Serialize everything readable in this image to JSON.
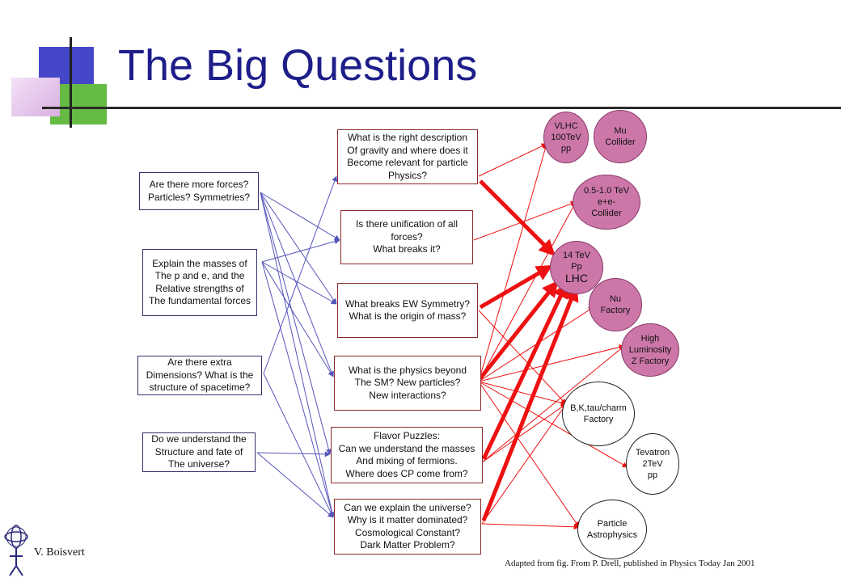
{
  "slide": {
    "title": "The Big Questions",
    "author": "V. Boisvert",
    "credit": "Adapted from fig. From P. Drell, published in Physics Today Jan 2001"
  },
  "colors": {
    "title": "#1e1e8a",
    "arrow_blue": "#5555bb",
    "arrow_red": "#ee1111",
    "lhc_fill": "#cc77a8",
    "deco_blue": "#4646c8",
    "deco_green": "#66bb44",
    "deco_pink": "#d8b0e0"
  },
  "left_questions": [
    {
      "id": "L1",
      "text": "Are there more forces?\nParticles?  Symmetries?"
    },
    {
      "id": "L2",
      "text": "Explain the masses of\nThe p and e, and the\nRelative strengths of\nThe fundamental forces"
    },
    {
      "id": "L3",
      "text": "Are there extra\nDimensions? What is the\nstructure of spacetime?"
    },
    {
      "id": "L4",
      "text": "Do we understand the\nStructure and fate of\nThe universe?"
    }
  ],
  "middle_questions": [
    {
      "id": "M1",
      "text": "What is the right description\nOf gravity and where  does it\nBecome relevant  for particle\nPhysics?"
    },
    {
      "id": "M2",
      "text": "Is there unification of all\nforces?\nWhat breaks it?"
    },
    {
      "id": "M3",
      "text": "What breaks EW Symmetry?\nWhat is the origin of mass?"
    },
    {
      "id": "M4",
      "text": "What is the physics beyond\nThe SM?  New particles?\nNew interactions?"
    },
    {
      "id": "M5",
      "text": "Flavor Puzzles:\nCan we understand the masses\nAnd mixing of fermions.\nWhere  does CP come from?"
    },
    {
      "id": "M6",
      "text": "Can we explain the universe?\nWhy is it matter dominated?\nCosmological Constant?\nDark Matter Problem?"
    }
  ],
  "facilities": [
    {
      "id": "VLHC",
      "text": "VLHC\n100TeV\npp",
      "style": "pink"
    },
    {
      "id": "MU",
      "text": "Mu\nCollider",
      "style": "pink"
    },
    {
      "id": "EE",
      "text": "0.5-1.0 TeV\ne+e-\nCollider",
      "style": "pink"
    },
    {
      "id": "LHC",
      "text": "14 TeV\nPp",
      "emphasis": "LHC",
      "style": "pink"
    },
    {
      "id": "NU",
      "text": "Nu\nFactory",
      "style": "pink"
    },
    {
      "id": "HLZ",
      "text": "High\nLuminosity\nZ Factory",
      "style": "pink"
    },
    {
      "id": "BK",
      "text": "B,K,tau/charm\nFactory",
      "style": "plain"
    },
    {
      "id": "TEV",
      "text": "Tevatron\n2TeV\npp",
      "style": "plain"
    },
    {
      "id": "PA",
      "text": "Particle\nAstrophysics",
      "style": "plain"
    }
  ],
  "links_left_to_middle": [
    [
      "L1",
      "M2"
    ],
    [
      "L1",
      "M3"
    ],
    [
      "L1",
      "M4"
    ],
    [
      "L1",
      "M5"
    ],
    [
      "L1",
      "M6"
    ],
    [
      "L2",
      "M2"
    ],
    [
      "L2",
      "M3"
    ],
    [
      "L2",
      "M4"
    ],
    [
      "L2",
      "M6"
    ],
    [
      "L3",
      "M1"
    ],
    [
      "L3",
      "M6"
    ],
    [
      "L4",
      "M5"
    ],
    [
      "L4",
      "M6"
    ]
  ],
  "links_middle_to_facility": [
    [
      "M1",
      "VLHC"
    ],
    [
      "M2",
      "EE"
    ],
    [
      "M3",
      "BK"
    ],
    [
      "M4",
      "VLHC"
    ],
    [
      "M4",
      "EE"
    ],
    [
      "M4",
      "NU"
    ],
    [
      "M4",
      "HLZ"
    ],
    [
      "M4",
      "BK"
    ],
    [
      "M4",
      "TEV"
    ],
    [
      "M4",
      "PA"
    ],
    [
      "M5",
      "HLZ"
    ],
    [
      "M5",
      "BK"
    ],
    [
      "M6",
      "BK"
    ],
    [
      "M6",
      "PA"
    ]
  ],
  "links_to_lhc": [
    "M1",
    "M3",
    "M4",
    "M5",
    "M6"
  ]
}
